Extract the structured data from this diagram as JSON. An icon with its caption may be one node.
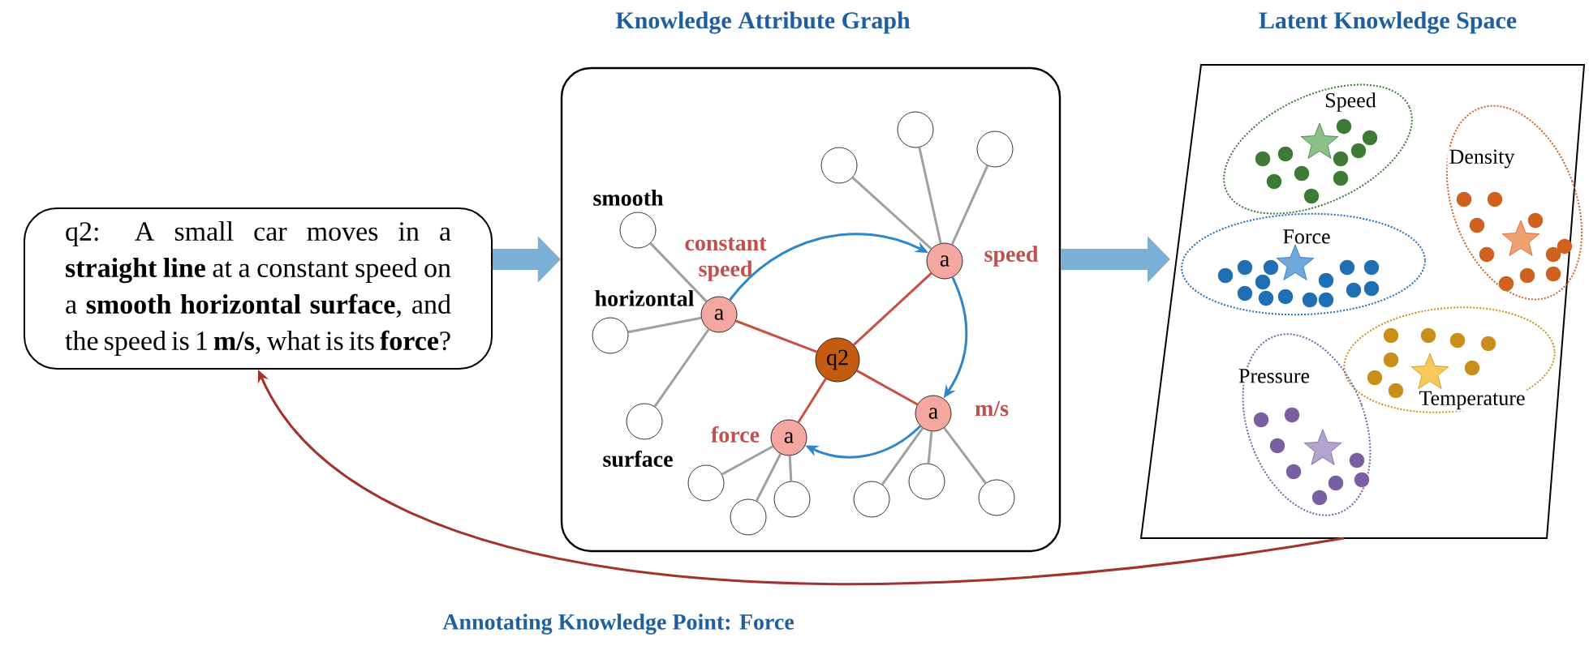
{
  "diagram": {
    "nodes": [
      {
        "text": [
          "q2: A small car moves in a **straight line** at a constant speed on a **smooth horizontal surface**, and the speed is 1 **m/s**, what is its **force**?"
        ]
      },
      {
        "text": [
          "Knowledge Attribute Graph"
        ]
      },
      {
        "text": [
          "Latent Knowledge Space"
        ]
      },
      {
        "text": [
          "a"
        ],
        "in": 1,
        "beside": [
          "constant speed"
        ]
      },
      {
        "text": [
          "a"
        ],
        "in": 1,
        "beside": [
          "speed"
        ]
      },
      {
        "text": [
          "q2"
        ],
        "in": 1
      },
      {
        "text": [
          "a"
        ],
        "in": 1,
        "beside": [
          "m/s"
        ]
      },
      {
        "text": [
          "a"
        ],
        "in": 1,
        "beside": [
          "force"
        ]
      },
      {
        "text": [],
        "shape": "circle",
        "in": 1,
        "beside": [
          "horizontal"
        ]
      },
      {
        "text": [],
        "shape": "circle",
        "in": 1,
        "beside": [
          "smooth"
        ]
      },
      {
        "text": [],
        "shape": "circle",
        "in": 1,
        "beside": [
          "surface"
        ]
      },
      {
        "text": [],
        "shape": "circle",
        "in": 1
      },
      {
        "text": [],
        "shape": "circle",
        "in": 1
      },
      {
        "text": [],
        "shape": "circle",
        "in": 1
      },
      {
        "text": [],
        "shape": "circle",
        "in": 1
      },
      {
        "text": [],
        "shape": "circle",
        "in": 1
      },
      {
        "text": [],
        "shape": "circle",
        "in": 1
      },
      {
        "text": [],
        "shape": "circle",
        "in": 1
      },
      {
        "text": [],
        "shape": "circle",
        "in": 1
      },
      {
        "text": [],
        "shape": "circle",
        "in": 1
      },
      {
        "text": [
          "Speed"
        ],
        "in": 2
      },
      {
        "text": [
          "Density"
        ],
        "in": 2
      },
      {
        "text": [
          "Force"
        ],
        "in": 2
      },
      {
        "text": [
          "Temperature"
        ],
        "in": 2
      },
      {
        "text": [
          "Pressure"
        ],
        "in": 2
      }
    ],
    "edges": [
      {
        "from": 0,
        "to": 1,
        "arrow": "to",
        "style": "thick",
        "color": "#7bafd4"
      },
      {
        "from": 1,
        "to": 2,
        "arrow": "to",
        "style": "thick",
        "color": "#7bafd4"
      },
      {
        "from": 2,
        "to": 0,
        "arrow": "to",
        "color": "#a3322a",
        "label": "Annotating Knowledge Point: Force"
      },
      {
        "from": 9,
        "to": 3,
        "arrow": "none"
      },
      {
        "from": 8,
        "to": 3,
        "arrow": "none"
      },
      {
        "from": 10,
        "to": 3,
        "arrow": "none"
      },
      {
        "from": 14,
        "to": 4,
        "arrow": "none"
      },
      {
        "from": 16,
        "to": 4,
        "arrow": "none"
      },
      {
        "from": 18,
        "to": 4,
        "arrow": "none"
      },
      {
        "from": 11,
        "to": 7,
        "arrow": "none"
      },
      {
        "from": 12,
        "to": 7,
        "arrow": "none"
      },
      {
        "from": 13,
        "to": 7,
        "arrow": "none"
      },
      {
        "from": 15,
        "to": 6,
        "arrow": "none"
      },
      {
        "from": 17,
        "to": 6,
        "arrow": "none"
      },
      {
        "from": 19,
        "to": 6,
        "arrow": "none"
      },
      {
        "from": 5,
        "to": 3,
        "arrow": "none",
        "color": "#c9503f"
      },
      {
        "from": 5,
        "to": 4,
        "arrow": "none",
        "color": "#c9503f"
      },
      {
        "from": 5,
        "to": 6,
        "arrow": "none",
        "color": "#c9503f"
      },
      {
        "from": 5,
        "to": 7,
        "arrow": "none",
        "color": "#c9503f"
      },
      {
        "from": 3,
        "to": 4,
        "arrow": "to",
        "color": "#2e86c9"
      },
      {
        "from": 4,
        "to": 6,
        "arrow": "to",
        "color": "#2e86c9"
      },
      {
        "from": 6,
        "to": 7,
        "arrow": "to",
        "color": "#2e86c9"
      }
    ]
  }
}
